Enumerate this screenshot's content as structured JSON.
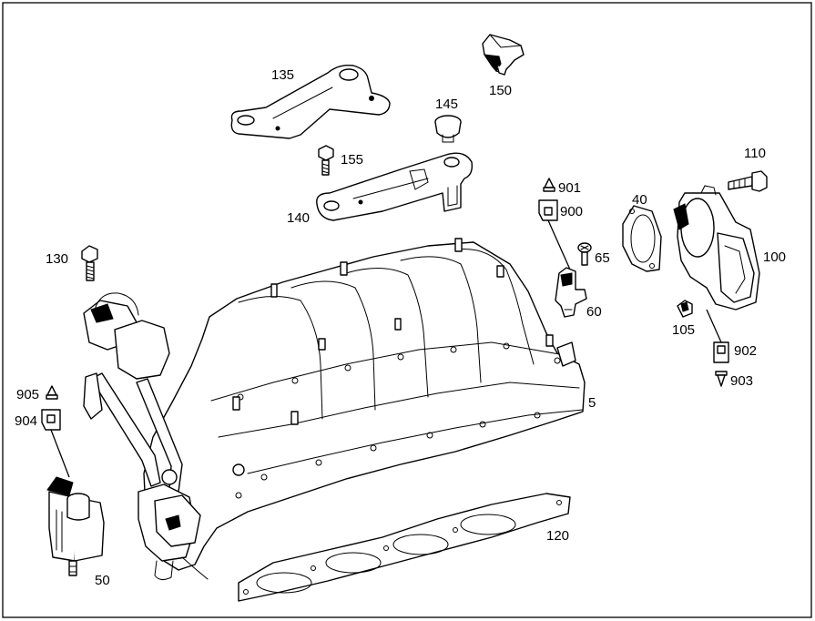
{
  "callouts": {
    "c135": "135",
    "c150": "150",
    "c145": "145",
    "c155": "155",
    "c110": "110",
    "c901": "901",
    "c40": "40",
    "c900": "900",
    "c140": "140",
    "c130": "130",
    "c65": "65",
    "c100": "100",
    "c60": "60",
    "c105": "105",
    "c902": "902",
    "c903": "903",
    "c905": "905",
    "c904": "904",
    "c5": "5",
    "c120": "120",
    "c50": "50"
  },
  "parts": [
    {
      "id": "5",
      "icon": "intake-manifold-icon"
    },
    {
      "id": "40",
      "icon": "throttle-gasket-icon"
    },
    {
      "id": "50",
      "icon": "solenoid-valve-icon"
    },
    {
      "id": "60",
      "icon": "sensor-icon"
    },
    {
      "id": "65",
      "icon": "screw-icon"
    },
    {
      "id": "100",
      "icon": "throttle-body-icon"
    },
    {
      "id": "105",
      "icon": "clip-icon"
    },
    {
      "id": "110",
      "icon": "bolt-icon"
    },
    {
      "id": "120",
      "icon": "manifold-gasket-icon"
    },
    {
      "id": "130",
      "icon": "bolt-icon"
    },
    {
      "id": "135",
      "icon": "bracket-icon"
    },
    {
      "id": "140",
      "icon": "bracket-icon"
    },
    {
      "id": "145",
      "icon": "cap-icon"
    },
    {
      "id": "150",
      "icon": "connector-clip-icon"
    },
    {
      "id": "155",
      "icon": "bolt-icon"
    },
    {
      "id": "900",
      "icon": "connector-housing-icon"
    },
    {
      "id": "901",
      "icon": "connector-pin-icon"
    },
    {
      "id": "902",
      "icon": "connector-housing-icon"
    },
    {
      "id": "903",
      "icon": "connector-pin-icon"
    },
    {
      "id": "904",
      "icon": "connector-housing-icon"
    },
    {
      "id": "905",
      "icon": "connector-pin-icon"
    }
  ],
  "colors": {
    "ink": "#000000",
    "paper": "#ffffff"
  }
}
